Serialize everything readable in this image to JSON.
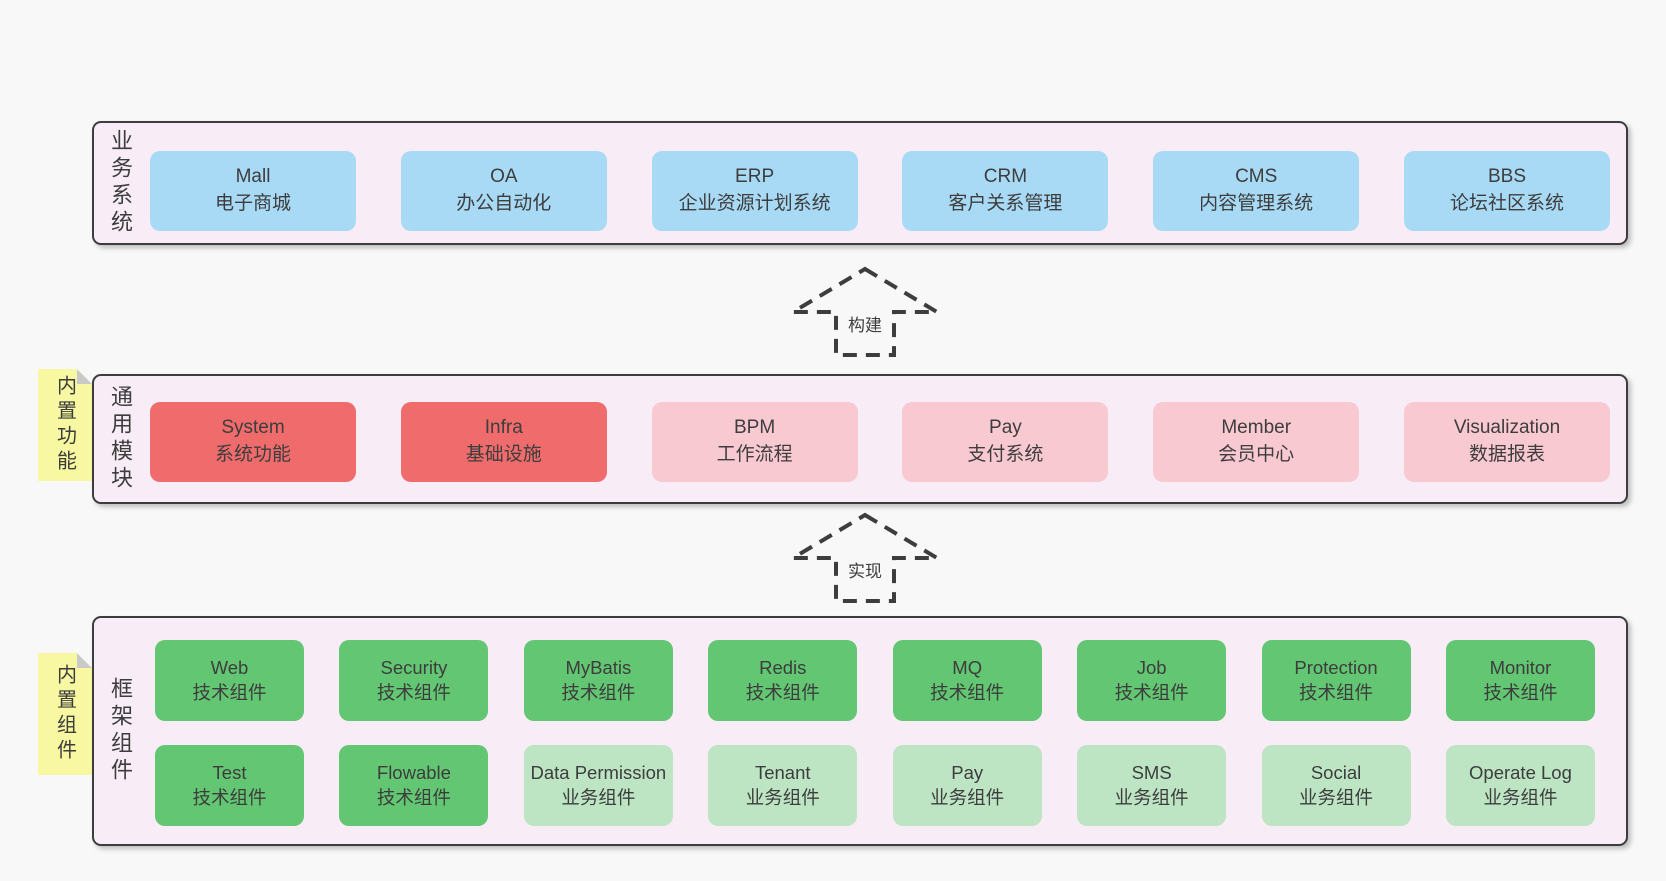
{
  "colors": {
    "page_bg": "#f8f8f8",
    "layer_bg": "#f8edf6",
    "border": "#3d3d3d",
    "text": "#3d3d3d",
    "blue": "#a8daf5",
    "red": "#f06c6c",
    "pink": "#f9c9d1",
    "green": "#62c672",
    "light_green": "#bde5c3",
    "note_yellow": "#f7f8a1",
    "note_fold": "#c9c9c9"
  },
  "layers": [
    {
      "name": "业务系统",
      "boxes": [
        {
          "title": "Mall",
          "subtitle": "电子商城",
          "color": "blue"
        },
        {
          "title": "OA",
          "subtitle": "办公自动化",
          "color": "blue"
        },
        {
          "title": "ERP",
          "subtitle": "企业资源计划系统",
          "color": "blue"
        },
        {
          "title": "CRM",
          "subtitle": "客户关系管理",
          "color": "blue"
        },
        {
          "title": "CMS",
          "subtitle": "内容管理系统",
          "color": "blue"
        },
        {
          "title": "BBS",
          "subtitle": "论坛社区系统",
          "color": "blue"
        }
      ]
    },
    {
      "name": "通用模块",
      "note": "内置功能",
      "boxes": [
        {
          "title": "System",
          "subtitle": "系统功能",
          "color": "red"
        },
        {
          "title": "Infra",
          "subtitle": "基础设施",
          "color": "red"
        },
        {
          "title": "BPM",
          "subtitle": "工作流程",
          "color": "pink"
        },
        {
          "title": "Pay",
          "subtitle": "支付系统",
          "color": "pink"
        },
        {
          "title": "Member",
          "subtitle": "会员中心",
          "color": "pink"
        },
        {
          "title": "Visualization",
          "subtitle": "数据报表",
          "color": "pink"
        }
      ]
    },
    {
      "name": "框架组件",
      "note": "内置组件",
      "rows": [
        [
          {
            "title": "Web",
            "subtitle": "技术组件",
            "color": "green"
          },
          {
            "title": "Security",
            "subtitle": "技术组件",
            "color": "green"
          },
          {
            "title": "MyBatis",
            "subtitle": "技术组件",
            "color": "green"
          },
          {
            "title": "Redis",
            "subtitle": "技术组件",
            "color": "green"
          },
          {
            "title": "MQ",
            "subtitle": "技术组件",
            "color": "green"
          },
          {
            "title": "Job",
            "subtitle": "技术组件",
            "color": "green"
          },
          {
            "title": "Protection",
            "subtitle": "技术组件",
            "color": "green"
          },
          {
            "title": "Monitor",
            "subtitle": "技术组件",
            "color": "green"
          }
        ],
        [
          {
            "title": "Test",
            "subtitle": "技术组件",
            "color": "green"
          },
          {
            "title": "Flowable",
            "subtitle": "技术组件",
            "color": "green"
          },
          {
            "title": "Data Permission",
            "subtitle": "业务组件",
            "color": "light_green"
          },
          {
            "title": "Tenant",
            "subtitle": "业务组件",
            "color": "light_green"
          },
          {
            "title": "Pay",
            "subtitle": "业务组件",
            "color": "light_green"
          },
          {
            "title": "SMS",
            "subtitle": "业务组件",
            "color": "light_green"
          },
          {
            "title": "Social",
            "subtitle": "业务组件",
            "color": "light_green"
          },
          {
            "title": "Operate Log",
            "subtitle": "业务组件",
            "color": "light_green"
          }
        ]
      ]
    }
  ],
  "arrows": [
    {
      "label": "构建"
    },
    {
      "label": "实现"
    }
  ]
}
